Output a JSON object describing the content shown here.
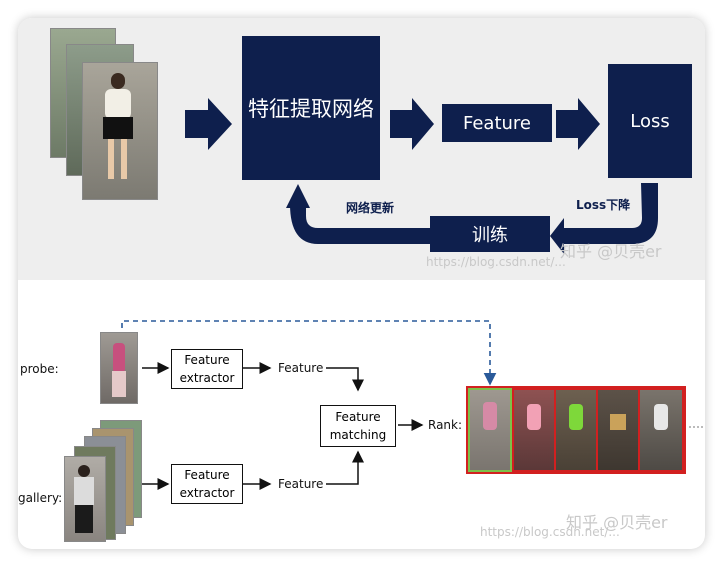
{
  "top": {
    "extract_label": "特征提取网络",
    "feature_label": "Feature",
    "loss_label": "Loss",
    "loss_drop_label": "Loss下降",
    "train_label": "训练",
    "update_label": "网络更新",
    "watermark_brand": "知乎 @贝壳er",
    "watermark_url": "https://blog.csdn.net/..."
  },
  "bottom": {
    "probe_label": "probe:",
    "gallery_label": "gallery:",
    "extractor_line1": "Feature",
    "extractor_line2": "extractor",
    "feature_label": "Feature",
    "matching_line1": "Feature",
    "matching_line2": "matching",
    "rank_label": "Rank:",
    "watermark_brand": "知乎 @贝壳er",
    "watermark_url": "https://blog.csdn.net/..."
  },
  "colors": {
    "navy": "#0e1f4d",
    "match_border": "#7cc04a",
    "nonmatch_border": "#d22020",
    "dashed": "#2a5a9a"
  }
}
